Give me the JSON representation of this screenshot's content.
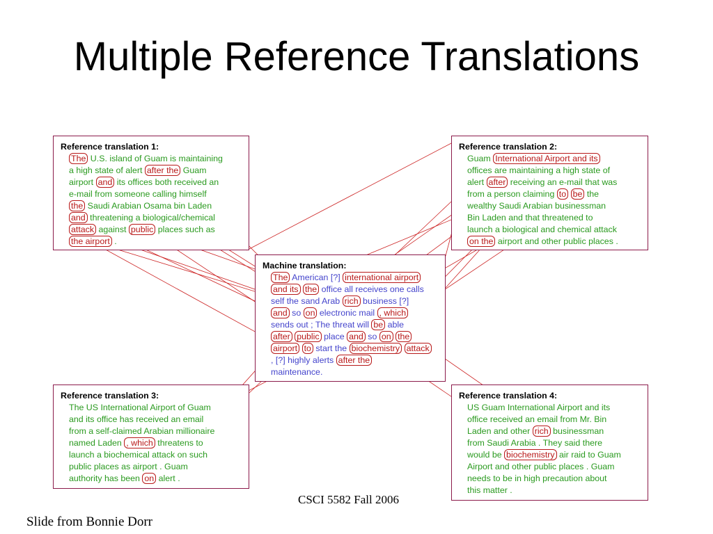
{
  "slide": {
    "title": "Multiple Reference Translations",
    "footer_center": "CSCI 5582 Fall 2006",
    "footer_left": "Slide from Bonnie Dorr"
  },
  "boxes": {
    "ref1": {
      "header": "Reference translation 1:",
      "lines": [
        [
          {
            "t": "The",
            "h": true
          },
          {
            "t": " U.S. island of Guam is maintaining"
          }
        ],
        [
          {
            "t": "a high state of alert "
          },
          {
            "t": "after the",
            "h": true
          },
          {
            "t": " Guam"
          }
        ],
        [
          {
            "t": "airport "
          },
          {
            "t": "and",
            "h": true
          },
          {
            "t": " its offices both received an"
          }
        ],
        [
          {
            "t": "e-mail from someone calling himself"
          }
        ],
        [
          {
            "t": "the",
            "h": true
          },
          {
            "t": " Saudi Arabian Osama bin Laden"
          }
        ],
        [
          {
            "t": "and",
            "h": true
          },
          {
            "t": " threatening a biological/chemical"
          }
        ],
        [
          {
            "t": "attack",
            "h": true
          },
          {
            "t": " against "
          },
          {
            "t": "public",
            "h": true
          },
          {
            "t": " places such as"
          }
        ],
        [
          {
            "t": "the airport",
            "h": true
          },
          {
            "t": " ."
          }
        ]
      ]
    },
    "ref2": {
      "header": "Reference translation 2:",
      "lines": [
        [
          {
            "t": "Guam "
          },
          {
            "t": "International Airport and its",
            "h": true
          }
        ],
        [
          {
            "t": "offices are maintaining a high state of"
          }
        ],
        [
          {
            "t": "alert "
          },
          {
            "t": "after",
            "h": true
          },
          {
            "t": " receiving an e-mail that was"
          }
        ],
        [
          {
            "t": "from a person claiming "
          },
          {
            "t": "to",
            "h": true
          },
          {
            "t": " "
          },
          {
            "t": "be",
            "h": true
          },
          {
            "t": " the"
          }
        ],
        [
          {
            "t": "wealthy Saudi Arabian businessman"
          }
        ],
        [
          {
            "t": "Bin Laden and that threatened to"
          }
        ],
        [
          {
            "t": "launch a biological and chemical attack"
          }
        ],
        [
          {
            "t": "on the",
            "h": true
          },
          {
            "t": " airport and other public places ."
          }
        ]
      ]
    },
    "machine": {
      "header": "Machine translation:",
      "lines": [
        [
          {
            "t": "The",
            "h": true
          },
          {
            "t": " American [?] "
          },
          {
            "t": "international airport",
            "h": true
          }
        ],
        [
          {
            "t": "and its",
            "h": true
          },
          {
            "t": " "
          },
          {
            "t": "the",
            "h": true
          },
          {
            "t": " office all receives one calls"
          }
        ],
        [
          {
            "t": "self the sand Arab "
          },
          {
            "t": "rich",
            "h": true
          },
          {
            "t": " business [?]"
          }
        ],
        [
          {
            "t": "and",
            "h": true
          },
          {
            "t": " so "
          },
          {
            "t": "on",
            "h": true
          },
          {
            "t": " electronic mail "
          },
          {
            "t": ", which",
            "h": true
          }
        ],
        [
          {
            "t": "sends out ;  The threat will "
          },
          {
            "t": "be",
            "h": true
          },
          {
            "t": " able"
          }
        ],
        [
          {
            "t": "after",
            "h": true
          },
          {
            "t": " "
          },
          {
            "t": "public",
            "h": true
          },
          {
            "t": " place "
          },
          {
            "t": "and",
            "h": true
          },
          {
            "t": " so "
          },
          {
            "t": "on",
            "h": true
          },
          {
            "t": " "
          },
          {
            "t": "the",
            "h": true
          }
        ],
        [
          {
            "t": "airport",
            "h": true
          },
          {
            "t": " "
          },
          {
            "t": "to",
            "h": true
          },
          {
            "t": " start the "
          },
          {
            "t": "biochemistry",
            "h": true
          },
          {
            "t": " "
          },
          {
            "t": "attack",
            "h": true
          }
        ],
        [
          {
            "t": ", [?] highly alerts "
          },
          {
            "t": "after the",
            "h": true
          }
        ],
        [
          {
            "t": "maintenance."
          }
        ]
      ]
    },
    "ref3": {
      "header": "Reference translation 3:",
      "lines": [
        [
          {
            "t": "The US International Airport of Guam"
          }
        ],
        [
          {
            "t": "and its office has received an email"
          }
        ],
        [
          {
            "t": "from a self-claimed Arabian millionaire"
          }
        ],
        [
          {
            "t": "named Laden "
          },
          {
            "t": ", which",
            "h": true
          },
          {
            "t": " threatens to"
          }
        ],
        [
          {
            "t": "launch a biochemical attack on such"
          }
        ],
        [
          {
            "t": "public places as airport . Guam"
          }
        ],
        [
          {
            "t": "authority has been "
          },
          {
            "t": "on",
            "h": true
          },
          {
            "t": " alert ."
          }
        ]
      ]
    },
    "ref4": {
      "header": "Reference translation 4:",
      "lines": [
        [
          {
            "t": "US Guam International Airport and its"
          }
        ],
        [
          {
            "t": "office received an email from Mr. Bin"
          }
        ],
        [
          {
            "t": "Laden and other "
          },
          {
            "t": "rich",
            "h": true
          },
          {
            "t": " businessman"
          }
        ],
        [
          {
            "t": "from Saudi Arabia . They said there"
          }
        ],
        [
          {
            "t": "would be "
          },
          {
            "t": "biochemistry",
            "h": true
          },
          {
            "t": " air raid to Guam"
          }
        ],
        [
          {
            "t": "Airport and other public places . Guam"
          }
        ],
        [
          {
            "t": "needs to be in high precaution about"
          }
        ],
        [
          {
            "t": "this matter ."
          }
        ]
      ]
    }
  },
  "colors": {
    "reference_text": "#2a9a1f",
    "machine_text": "#4444cc",
    "highlight": "#b81818",
    "box_border": "#8b1a4a",
    "connector": "#cc2222"
  }
}
